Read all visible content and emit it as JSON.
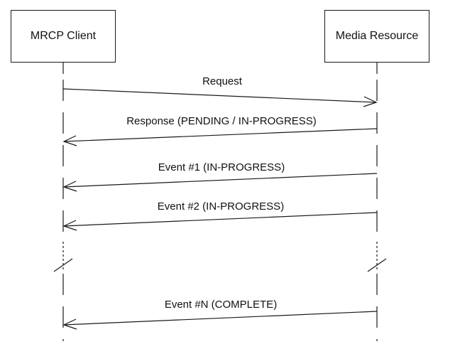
{
  "participants": {
    "client": {
      "label": "MRCP Client"
    },
    "resource": {
      "label": "Media Resource"
    }
  },
  "messages": [
    {
      "id": "request",
      "label": "Request",
      "direction": "client-to-resource"
    },
    {
      "id": "response",
      "label": "Response (PENDING / IN-PROGRESS)",
      "direction": "resource-to-client"
    },
    {
      "id": "event1",
      "label": "Event #1 (IN-PROGRESS)",
      "direction": "resource-to-client"
    },
    {
      "id": "event2",
      "label": "Event #2 (IN-PROGRESS)",
      "direction": "resource-to-client"
    },
    {
      "id": "eventN",
      "label": "Event #N (COMPLETE)",
      "direction": "resource-to-client"
    }
  ],
  "colors": {
    "line": "#1a1a1a",
    "text": "#111111"
  }
}
